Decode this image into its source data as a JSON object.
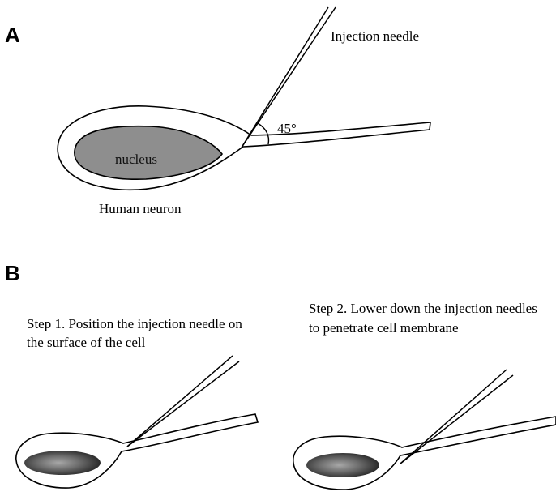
{
  "panel_a": {
    "label": "A",
    "needle_label": "Injection needle",
    "angle_label": "45°",
    "nucleus_label": "nucleus",
    "cell_label": "Human neuron"
  },
  "panel_b": {
    "label": "B",
    "step1": {
      "line1": "Step 1. Position the injection needle on",
      "line2": "the surface of the cell"
    },
    "step2": {
      "line1": "Step 2.  Lower down the injection needles",
      "line2": "to penetrate cell membrane"
    }
  },
  "colors": {
    "nucleus_fill_a": "#8e8e8e",
    "nucleus_dark_b": "#2a2a2a",
    "nucleus_light_b": "#9a9a9a",
    "line": "#000000",
    "background": "#ffffff"
  }
}
